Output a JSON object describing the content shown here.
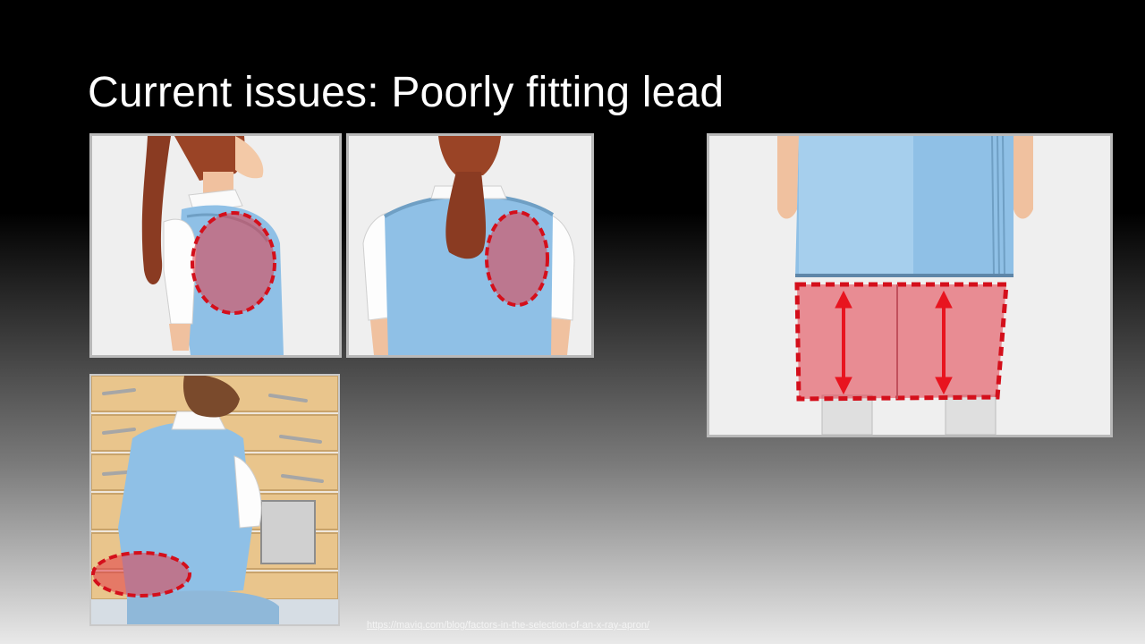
{
  "slide": {
    "title": "Current issues: Poorly fitting lead",
    "source_url": "https://maviq.com/blog/factors-in-the-selection-of-an-x-ray-apron/"
  },
  "panels": [
    {
      "id": "side-view",
      "highlight": "shoulder-gap"
    },
    {
      "id": "back-view",
      "highlight": "shoulder-gap"
    },
    {
      "id": "crouching-view",
      "highlight": "lower-back-gap"
    },
    {
      "id": "apron-length-view",
      "highlight": "apron-length"
    }
  ],
  "colors": {
    "apron": "#8fc0e6",
    "highlight": "#e23a47",
    "arrow": "#e8141f",
    "panel_bg": "#f0f0f0",
    "frame": "#b9b9b9"
  }
}
